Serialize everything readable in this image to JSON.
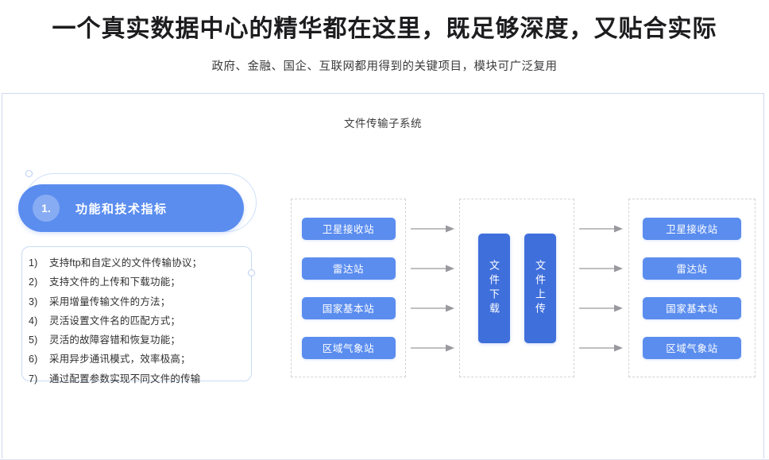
{
  "header": {
    "title": "一个真实数据中心的精华都在这里，既足够深度，又贴合实际",
    "subtitle": "政府、金融、国企、互联网都用得到的关键项目，模块可广泛复用"
  },
  "card": {
    "title": "文件传输子系统"
  },
  "left_panel": {
    "step_number": "1.",
    "step_label": "功能和技术指标",
    "items": [
      {
        "index": "1)",
        "text": "支持ftp和自定义的文件传输协议；"
      },
      {
        "index": "2)",
        "text": "支持文件的上传和下载功能；"
      },
      {
        "index": "3)",
        "text": "采用增量传输文件的方法；"
      },
      {
        "index": "4)",
        "text": "灵活设置文件名的匹配方式；"
      },
      {
        "index": "5)",
        "text": "灵活的故障容错和恢复功能；"
      },
      {
        "index": "6)",
        "text": "采用异步通讯模式，效率极高；"
      },
      {
        "index": "7)",
        "text": "通过配置参数实现不同文件的传输"
      }
    ]
  },
  "diagram": {
    "left_group": {
      "nodes": [
        "卫星接收站",
        "雷达站",
        "国家基本站",
        "区域气象站"
      ]
    },
    "mid_group": {
      "nodes": [
        "文件下载",
        "文件上传"
      ]
    },
    "right_group": {
      "nodes": [
        "卫星接收站",
        "雷达站",
        "国家基本站",
        "区域气象站"
      ]
    },
    "arrow_count": 4,
    "arrow_direction": "right"
  },
  "colors": {
    "node_blue": "#5b8def",
    "node_blue_dark": "#3f6fdb",
    "border_light_blue": "#c9daf4",
    "dashed_gray": "#d3d3d6",
    "arrow_gray": "#9a9a9e"
  }
}
